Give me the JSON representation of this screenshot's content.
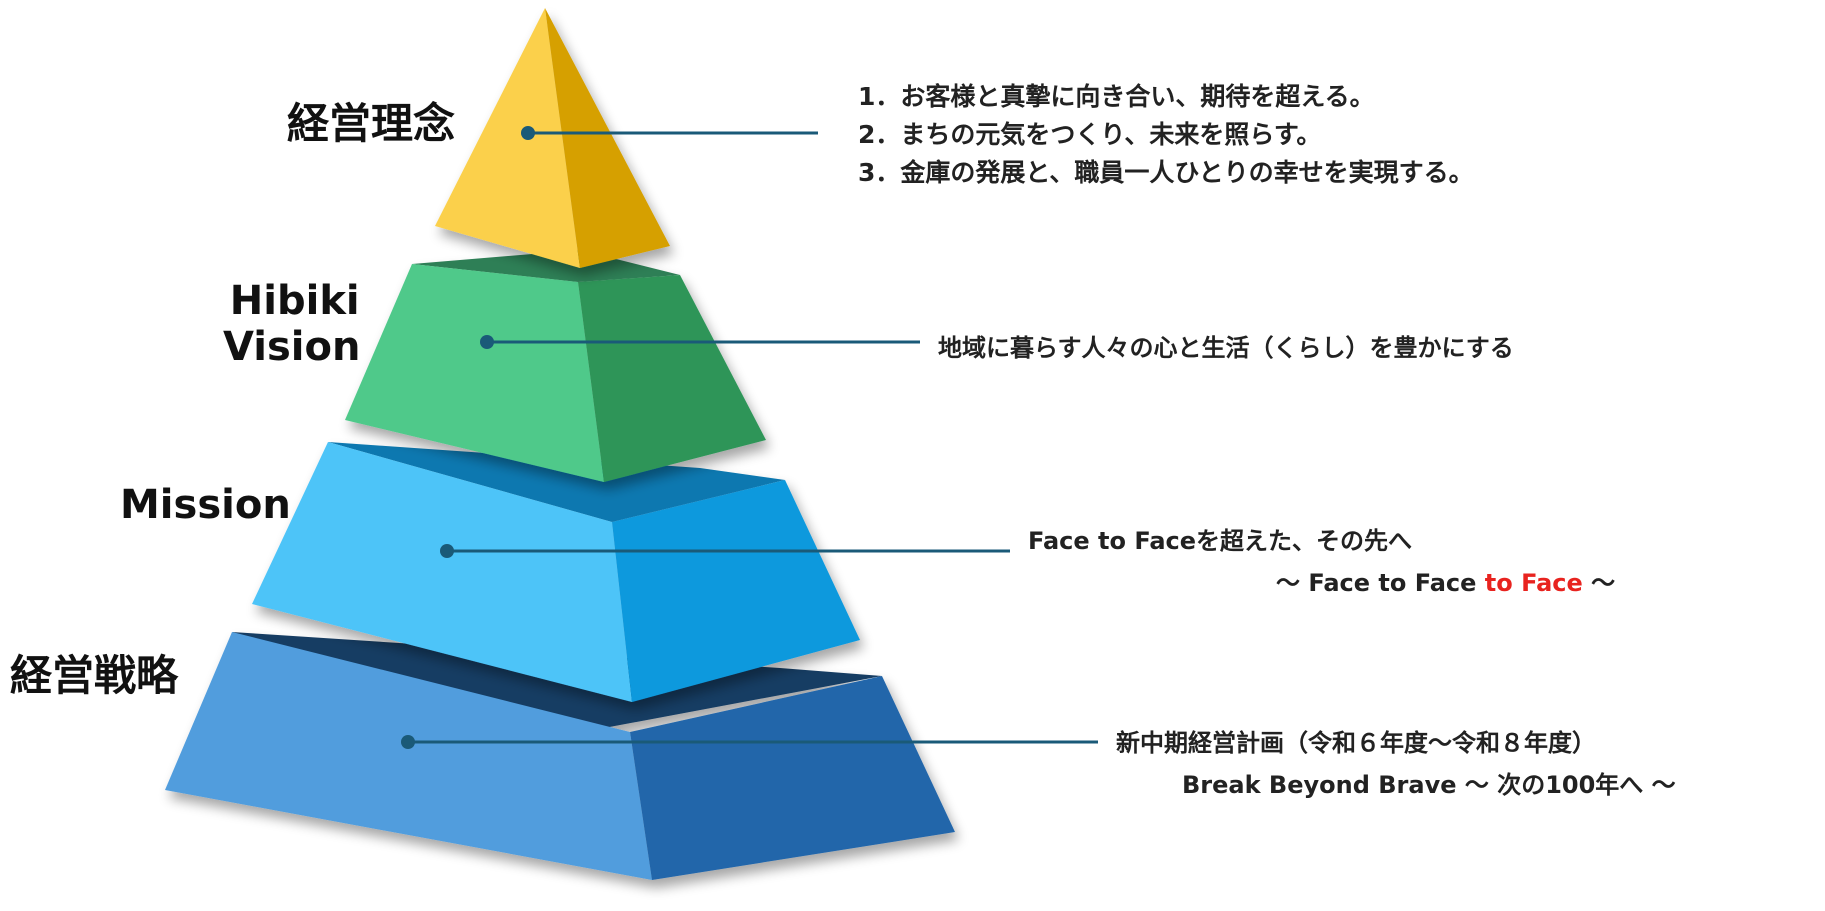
{
  "tiers": [
    {
      "label": "経営理念",
      "lines": [
        "1．お客様と真摯に向き合い、期待を超える。",
        "2．まちの元気をつくり、未来を照らす。",
        "3．金庫の発展と、職員一人ひとりの幸せを実現する。"
      ]
    },
    {
      "label_line1": "Hibiki",
      "label_line2": "Vision",
      "line": "地域に暮らす人々の心と生活（くらし）を豊かにする"
    },
    {
      "label": "Mission",
      "line1": "Face to Faceを超えた、その先へ",
      "line2_pre": "～ Face to Face ",
      "line2_red": "to Face",
      "line2_post": " ～"
    },
    {
      "label": "経営戦略",
      "line1": "新中期経営計画（令和６年度～令和８年度）",
      "line2": "Break Beyond Brave ～ 次の100年へ ～"
    }
  ],
  "colors": {
    "tier1_light": "#fbd04c",
    "tier1_dark": "#d6a000",
    "tier2_light": "#4fc98a",
    "tier2_dark": "#2e9559",
    "tier3_light": "#4ec4f8",
    "tier3_dark": "#1199dd",
    "tier4_light": "#519ddd",
    "tier4_dark": "#2266aa",
    "connector": "#1a5a78",
    "accent_red": "#e8231f"
  }
}
